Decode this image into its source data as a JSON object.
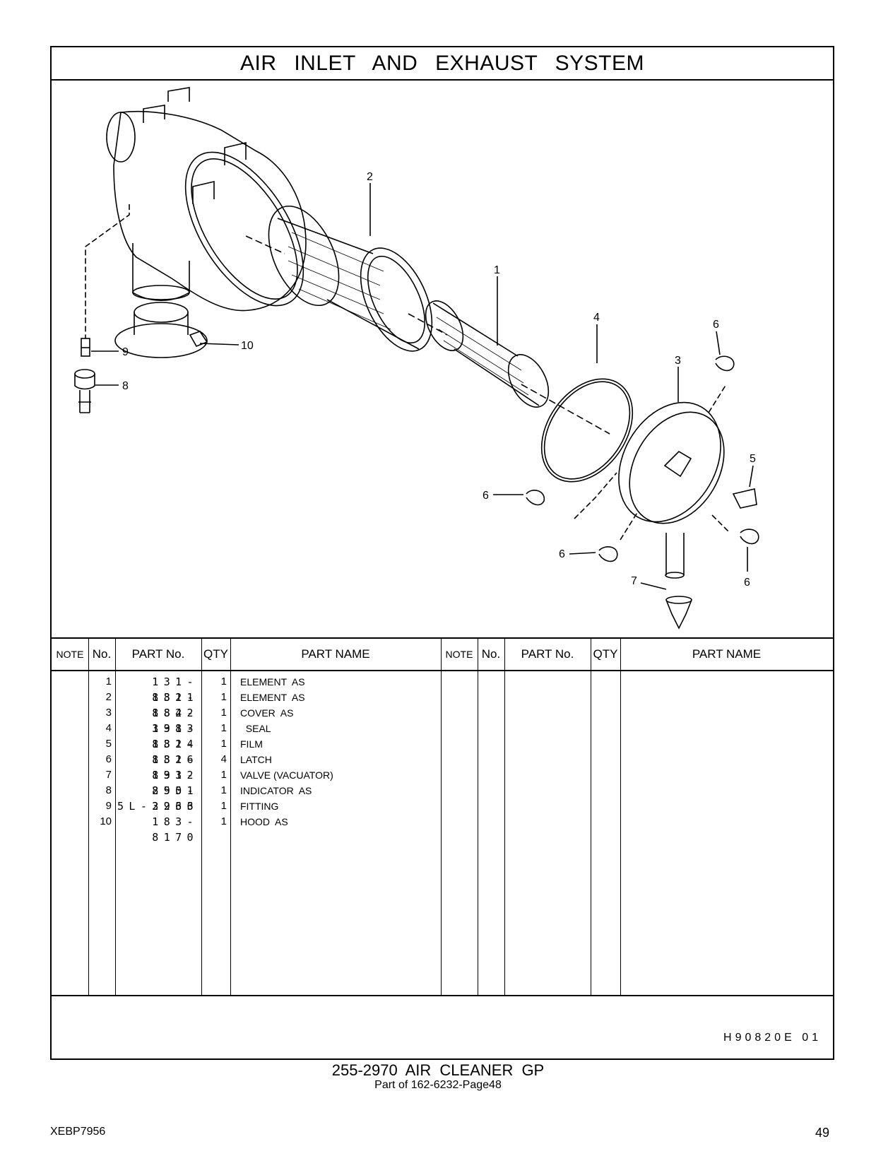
{
  "page_title": "AIR  INLET  AND  EXHAUST  SYSTEM",
  "table_headers": {
    "note": "NOTE",
    "no": "No.",
    "part_no": "PART No.",
    "qty": "QTY",
    "part_name": "PART NAME"
  },
  "parts": [
    {
      "no": "1",
      "part_no": "131-8821",
      "qty": "1",
      "name": "ELEMENT  AS"
    },
    {
      "no": "2",
      "part_no": "131-8822",
      "qty": "1",
      "name": "ELEMENT  AS"
    },
    {
      "no": "3",
      "part_no": "184-3983",
      "qty": "1",
      "name": "COVER  AS"
    },
    {
      "no": "4",
      "part_no": "131-8824",
      "qty": "1",
      "name": "  SEAL"
    },
    {
      "no": "5",
      "part_no": "131-8826",
      "qty": "1",
      "name": "FILM"
    },
    {
      "no": "6",
      "part_no": "131-8932",
      "qty": "4",
      "name": "LATCH"
    },
    {
      "no": "7",
      "part_no": "131-8901",
      "qty": "1",
      "name": "VALVE (VACUATOR)"
    },
    {
      "no": "8",
      "part_no": "255-2966",
      "qty": "1",
      "name": "INDICATOR  AS"
    },
    {
      "no": "9",
      "part_no": "5L-3233",
      "qty": "1",
      "name": "FITTING"
    },
    {
      "no": "10",
      "part_no": "183-8170",
      "qty": "1",
      "name": "HOOD  AS"
    }
  ],
  "callouts": {
    "c1": "1",
    "c2": "2",
    "c3": "3",
    "c4": "4",
    "c5": "5",
    "c6a": "6",
    "c6b": "6",
    "c6c": "6",
    "c6d": "6",
    "c7": "7",
    "c8": "8",
    "c9": "9",
    "c10": "10"
  },
  "illustration_code": "H90820E   01",
  "caption_main": "255-2970  AIR  CLEANER  GP",
  "caption_sub": "Part of 162-6232-Page48",
  "doc_id": "XEBP7956",
  "page_number": "49"
}
